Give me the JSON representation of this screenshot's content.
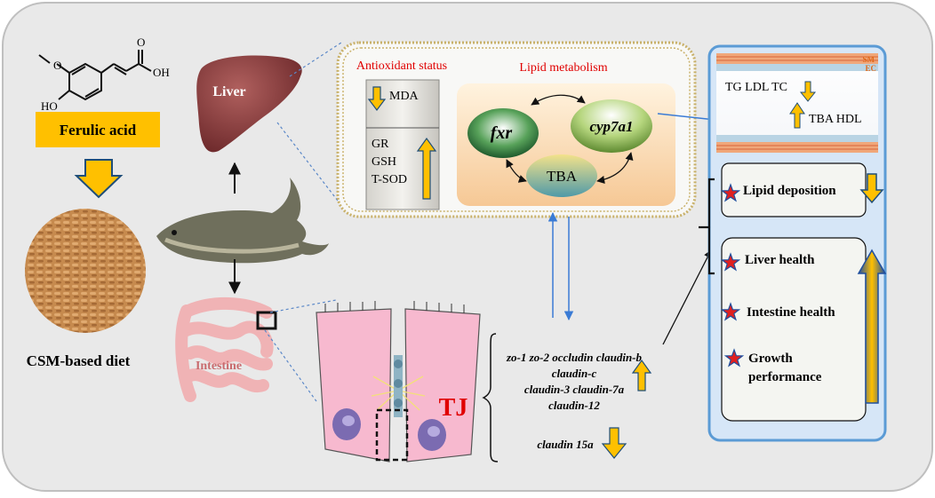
{
  "left": {
    "compound_name": "Ferulic acid",
    "structure_labels": {
      "methoxy": "O",
      "hydroxyl": "HO",
      "carbonyl": "O",
      "acid_oh": "OH"
    },
    "diet_label": "CSM-based diet"
  },
  "organs": {
    "liver": "Liver",
    "intestine": "Intestine"
  },
  "liver_panel": {
    "antioxidant_title": "Antioxidant status",
    "lipid_title": "Lipid metabolism",
    "mda": "MDA",
    "gr": "GR",
    "gsh": "GSH",
    "tsod": "T-SOD",
    "fxr": "fxr",
    "cyp7a1": "cyp7a1",
    "tba": "TBA"
  },
  "intestine_panel": {
    "tj_label": "TJ",
    "genes_up": [
      "zo-1 zo-2 occludin claudin-b",
      "claudin-c",
      "claudin-3 claudin-7a",
      "claudin-12"
    ],
    "gene_down": "claudin  15a"
  },
  "vessel": {
    "sm": "SM",
    "ec": "EC",
    "tg_ldl_tc": "TG LDL TC",
    "tba_hdl": "TBA HDL"
  },
  "outcomes": {
    "lipid_deposition": "Lipid deposition",
    "liver_health": "Liver health",
    "intestine_health": "Intestine health",
    "growth_line1": "Growth",
    "growth_line2": "performance"
  },
  "colors": {
    "yellow_box": "#ffc000",
    "arrow_yellow": "#ffc000",
    "arrow_outline": "#1f4e79",
    "title_red": "#e00000",
    "panel_blue": "#5b9bd5",
    "background": "#e9e9e9"
  }
}
